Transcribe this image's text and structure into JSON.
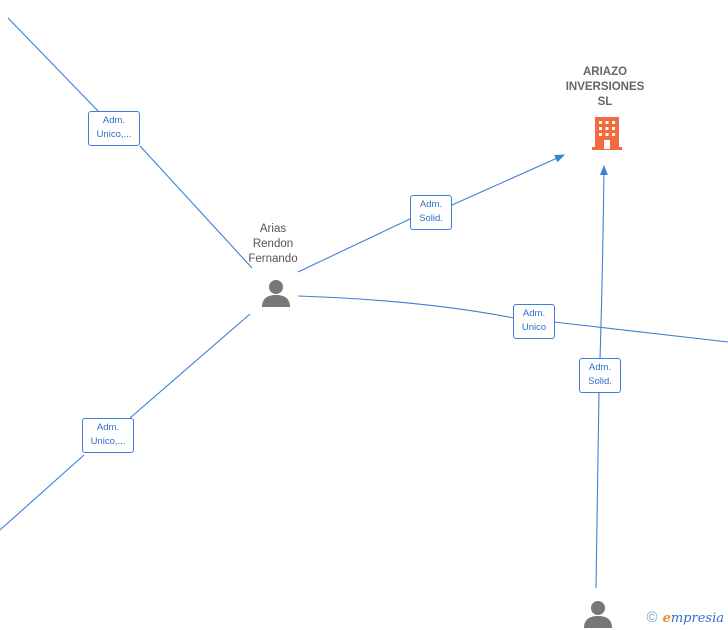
{
  "nodes": {
    "company": {
      "name_lines": [
        "ARIAZO",
        "INVERSIONES",
        "SL"
      ],
      "icon": "building-icon",
      "color": "#f26a3d"
    },
    "person_main": {
      "name_lines": [
        "Arias",
        "Rendon",
        "Fernando"
      ],
      "icon": "person-icon",
      "color": "#777777"
    },
    "person_bottom": {
      "icon": "person-icon",
      "color": "#777777"
    }
  },
  "edges": [
    {
      "label_lines": [
        "Adm.",
        "Unico,..."
      ]
    },
    {
      "label_lines": [
        "Adm.",
        "Solid."
      ]
    },
    {
      "label_lines": [
        "Adm.",
        "Unico"
      ]
    },
    {
      "label_lines": [
        "Adm.",
        "Unico,..."
      ]
    },
    {
      "label_lines": [
        "Adm.",
        "Solid."
      ]
    }
  ],
  "edge_color": "#3f7fd6",
  "watermark": {
    "copyright": "©",
    "brand_first": "e",
    "brand_rest": "mpresia"
  }
}
